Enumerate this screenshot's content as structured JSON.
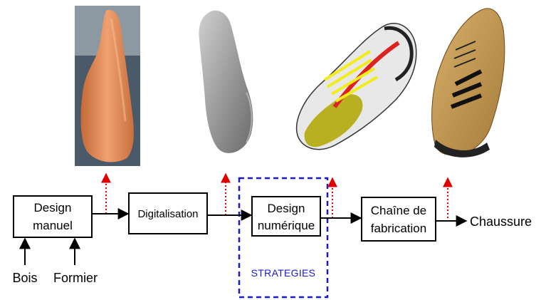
{
  "diagram": {
    "boxes": {
      "design_manuel": [
        "Design",
        "manuel"
      ],
      "digitalisation": "Digitalisation",
      "design_numerique": [
        "Design",
        "numérique"
      ],
      "chaine": [
        "Chaîne de",
        "fabrication"
      ]
    },
    "inputs": {
      "bois": "Bois",
      "formier": "Formier"
    },
    "output": "Chaussure",
    "strategies": "STRATEGIES"
  },
  "images": [
    {
      "name": "orange-shoe-last-photo",
      "color": "#e08a55"
    },
    {
      "name": "grey-3d-last-model",
      "color": "#9a9a9a"
    },
    {
      "name": "3d-shoe-model",
      "color": "#c8c01e"
    },
    {
      "name": "tan-sneaker-photo",
      "color": "#c9a15a"
    }
  ],
  "colors": {
    "dashed_box": "#1a1acc",
    "red_arrow": "#e00000"
  }
}
